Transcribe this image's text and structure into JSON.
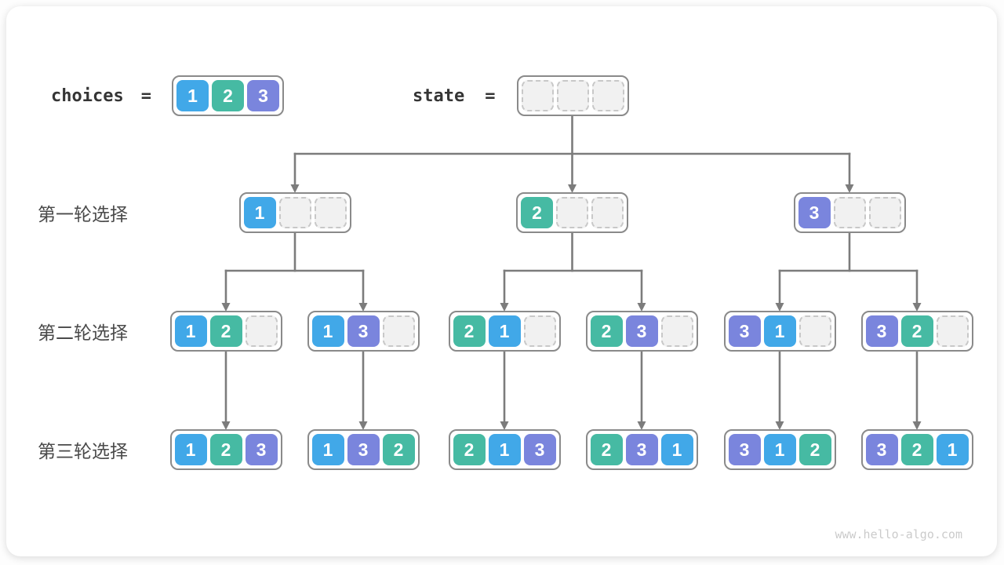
{
  "palette": {
    "1": "#41A8E8",
    "2": "#46BAA3",
    "3": "#7A85DD",
    "empty_fill": "#F1F1F1",
    "empty_dash": "#C8C8C8",
    "box_border": "#8A8A8A",
    "connector": "#7C7C7C",
    "label_text": "#4A4A4A",
    "code_text": "#353535"
  },
  "header": {
    "choices": {
      "label": "choices",
      "equals": "=",
      "cells": [
        1,
        2,
        3
      ]
    },
    "state": {
      "label": "state",
      "equals": "=",
      "cells": [
        null,
        null,
        null
      ]
    }
  },
  "rows": [
    {
      "label": "第一轮选择",
      "nodes": [
        [
          1,
          null,
          null
        ],
        [
          2,
          null,
          null
        ],
        [
          3,
          null,
          null
        ]
      ]
    },
    {
      "label": "第二轮选择",
      "nodes": [
        [
          1,
          2,
          null
        ],
        [
          1,
          3,
          null
        ],
        [
          2,
          1,
          null
        ],
        [
          2,
          3,
          null
        ],
        [
          3,
          1,
          null
        ],
        [
          3,
          2,
          null
        ]
      ]
    },
    {
      "label": "第三轮选择",
      "nodes": [
        [
          1,
          2,
          3
        ],
        [
          1,
          3,
          2
        ],
        [
          2,
          1,
          3
        ],
        [
          2,
          3,
          1
        ],
        [
          3,
          1,
          2
        ],
        [
          3,
          2,
          1
        ]
      ]
    }
  ],
  "watermark": "www.hello-algo.com"
}
